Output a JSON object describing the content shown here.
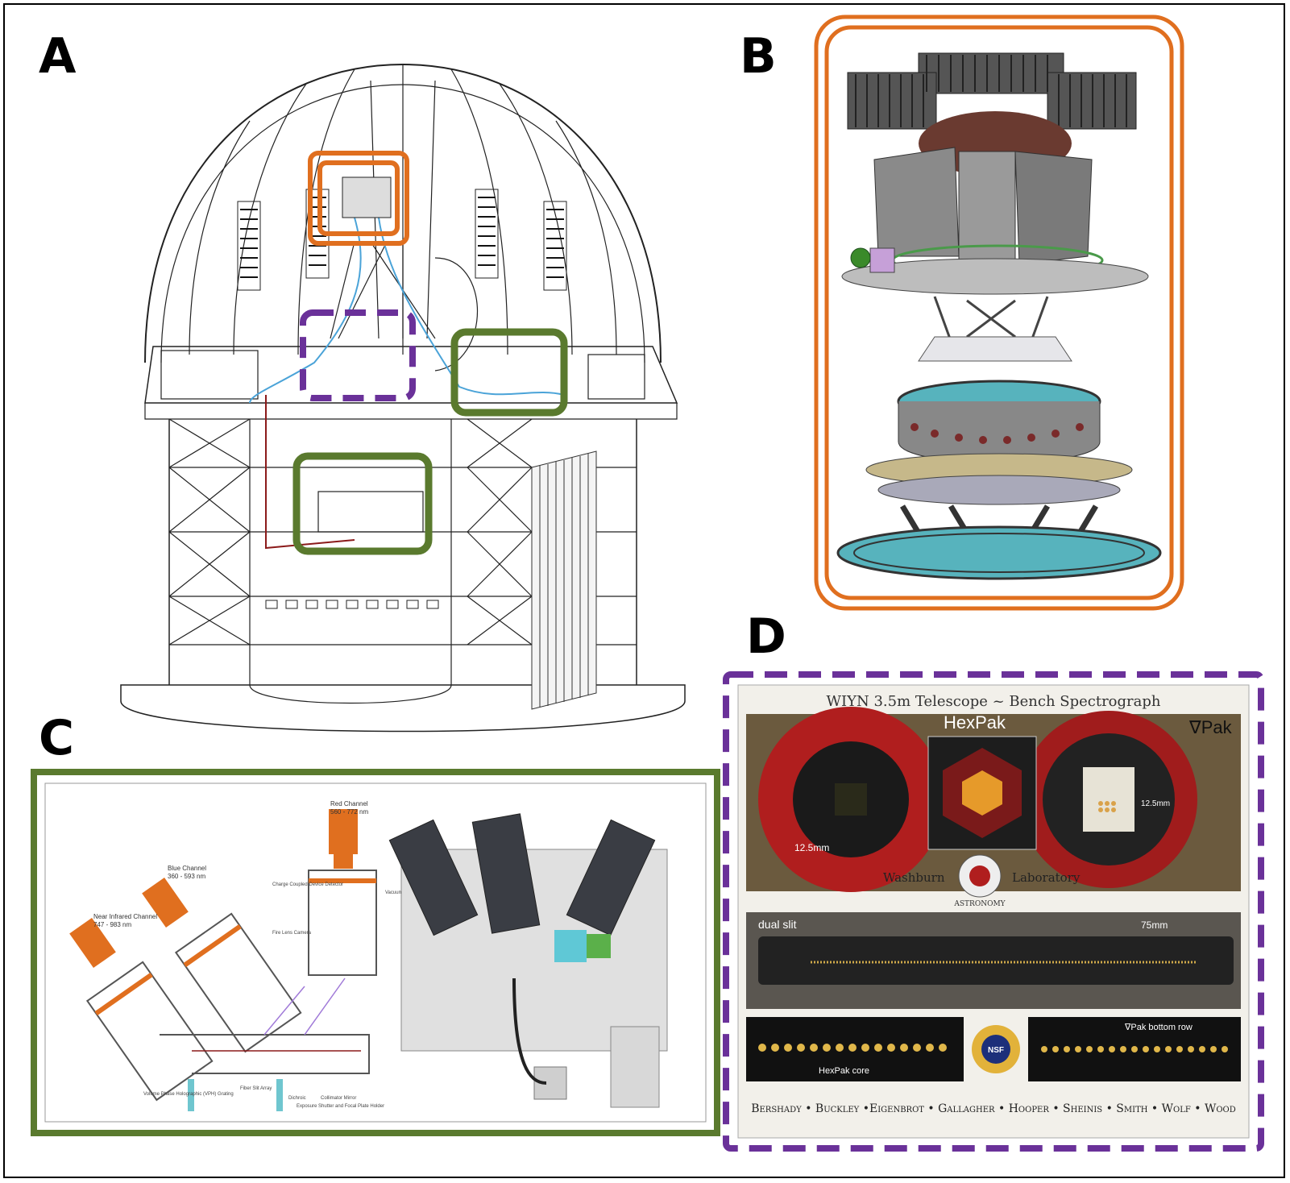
{
  "panels": {
    "a": {
      "letter": "A"
    },
    "b": {
      "letter": "B"
    },
    "c": {
      "letter": "C",
      "labels": {
        "red_channel": "Red Channel",
        "red_range": "560 - 772 nm",
        "blue_channel": "Blue Channel",
        "blue_range": "360 - 593 nm",
        "nir_channel": "Near Infrared Channel",
        "nir_range": "747 - 983 nm",
        "camera": "Fire Lens Camera",
        "ccd": "Charge Coupled Device Detector",
        "vacuum": "Vacuum Cryostat",
        "dichroic": "Dichroic",
        "grating": "Volume Phase Holographic (VPH) Grating",
        "fiber": "Fiber Slit Array",
        "collimator": "Collimator Mirror",
        "shutter": "Exposure Shutter and Focal Plate Holder"
      }
    },
    "d": {
      "letter": "D",
      "title": "WIYN 3.5m Telescope ~ Bench Spectrograph",
      "hexpak": "HexPak",
      "nablapak": "∇Pak",
      "scale_left": "12.5mm",
      "scale_right": "12.5mm",
      "washburn": "Washburn",
      "laboratory": "Laboratory",
      "astronomy": "ASTRONOMY",
      "dual_slit": "dual slit",
      "slit_length": "75mm",
      "hexpak_core": "HexPak core",
      "nablapak_bottom": "∇Pak bottom row",
      "nsf": "NSF",
      "credits": "Bershady • Buckley •Eigenbrot • Gallagher • Hooper • Sheinis • Smith • Wolf • Wood"
    }
  },
  "colors": {
    "orange": "#E06F1F",
    "green": "#5A7A2E",
    "purple": "#6A3199",
    "fiber_blue": "#4AA3D8",
    "fiber_red": "#8B1A1A"
  }
}
